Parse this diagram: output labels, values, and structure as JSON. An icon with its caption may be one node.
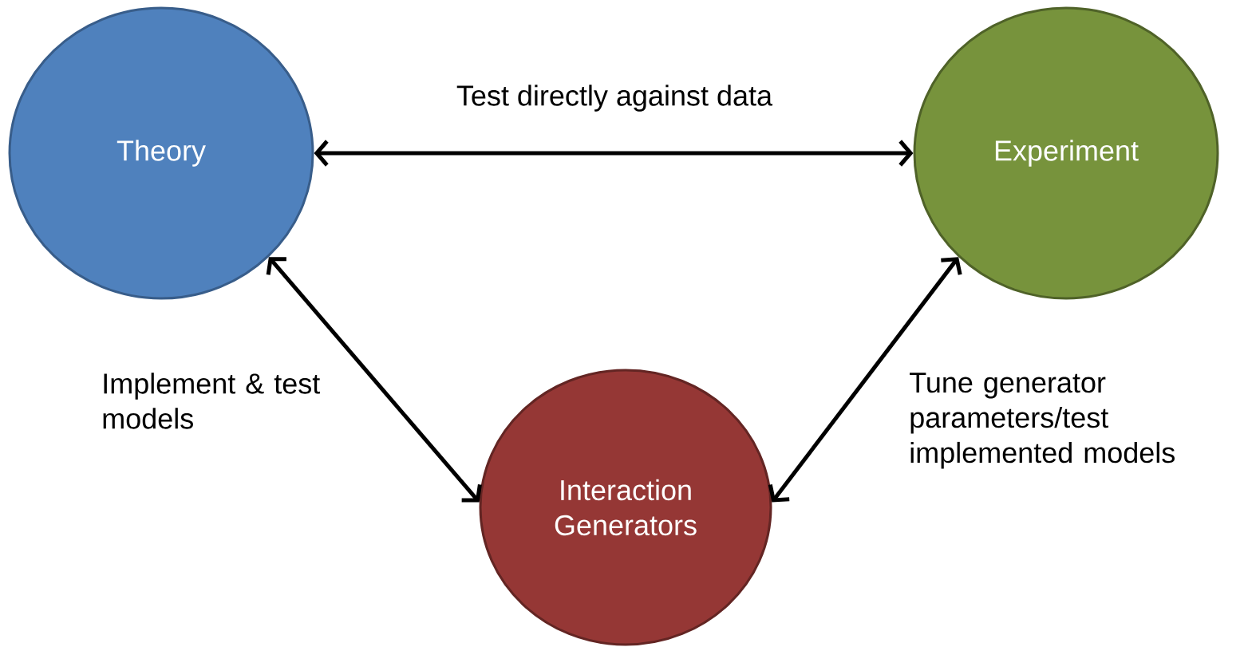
{
  "diagram": {
    "nodes": [
      {
        "text": [
          "Theory"
        ]
      },
      {
        "text": [
          "Experiment"
        ]
      },
      {
        "text": [
          "Interaction Generators"
        ]
      }
    ],
    "edges": [
      {
        "from": 0,
        "to": 1,
        "arrow": "both",
        "label": "Test directly against data"
      },
      {
        "from": 0,
        "to": 2,
        "arrow": "both",
        "label": "Implement & test models"
      },
      {
        "from": 1,
        "to": 2,
        "arrow": "both",
        "label": "Tune generator parameters/test implemented models"
      }
    ]
  }
}
